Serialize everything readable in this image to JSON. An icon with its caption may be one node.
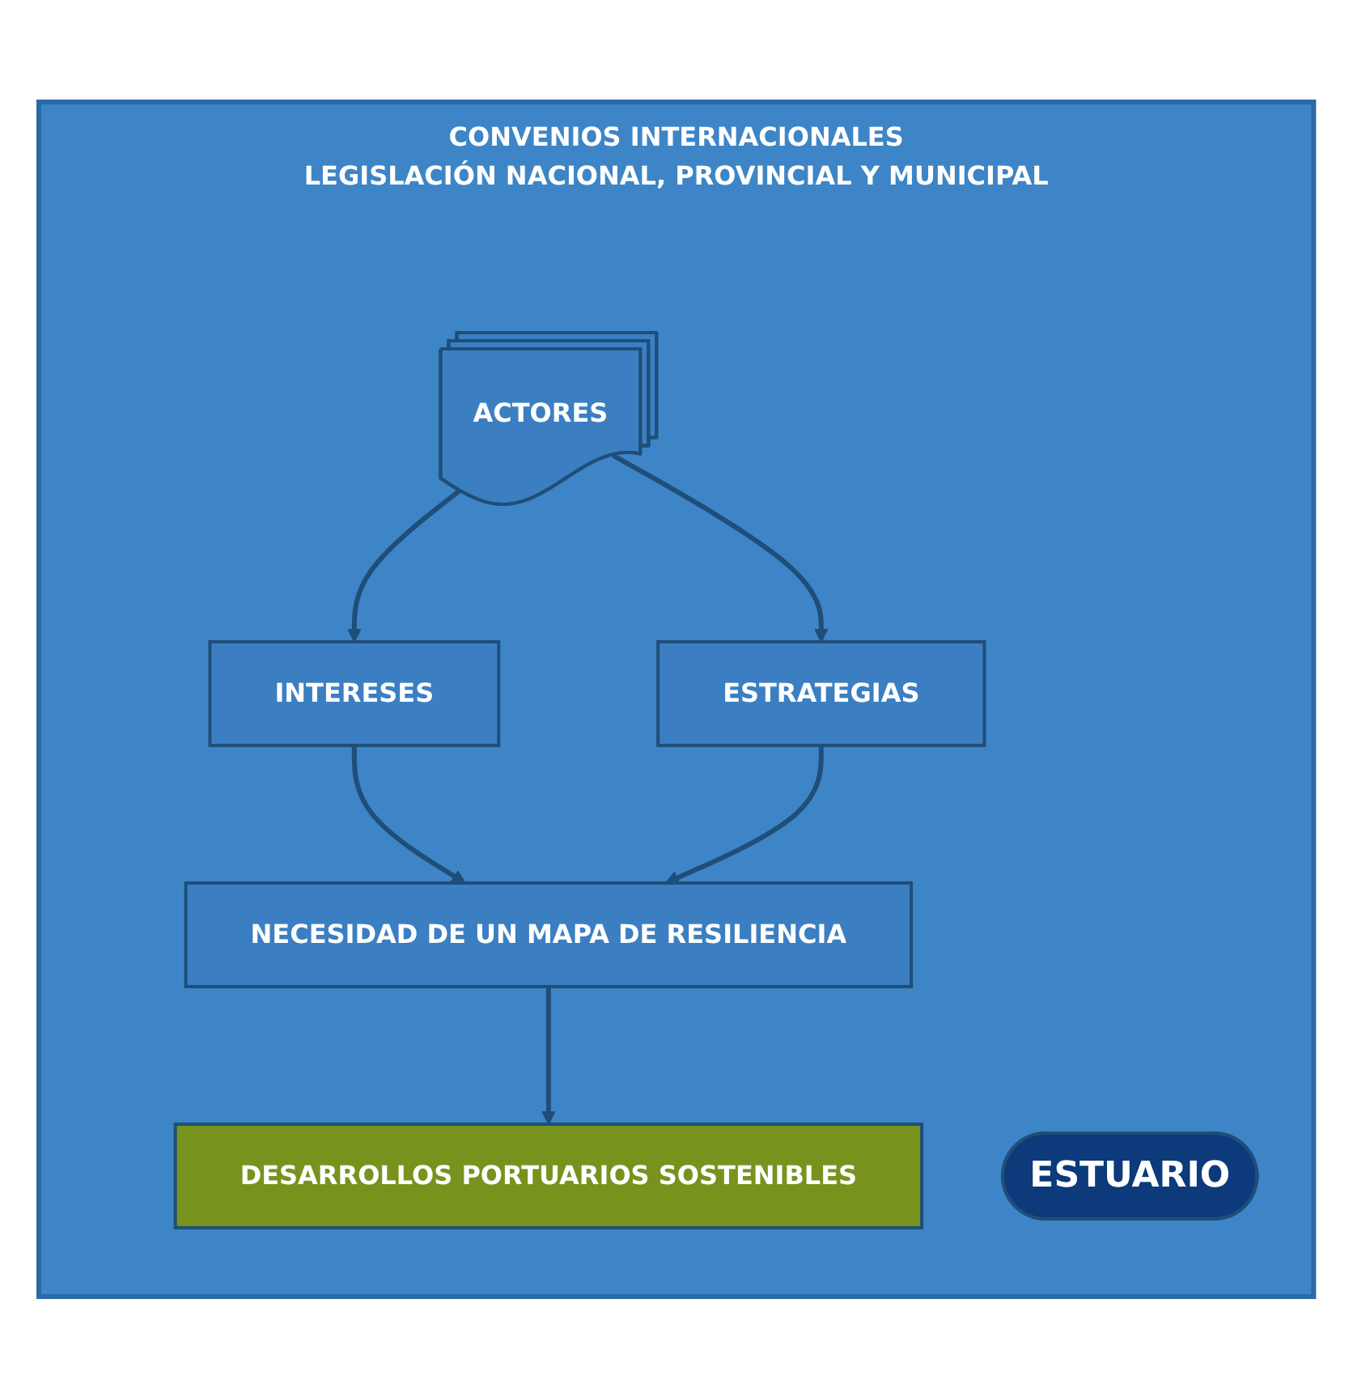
{
  "diagram": {
    "nodes": [
      {
        "text": [
          "CONVENIOS INTERNACIONALES",
          "LEGISLACIÓN NACIONAL, PROVINCIAL Y MUNICIPAL"
        ]
      },
      {
        "text": [
          "ACTORES"
        ],
        "in": 0
      },
      {
        "text": [
          "INTERESES"
        ],
        "in": 0
      },
      {
        "text": [
          "ESTRATEGIAS"
        ],
        "in": 0
      },
      {
        "text": [
          "ESTUARIO"
        ],
        "in": 0
      },
      {
        "text": [
          "NECESIDAD DE UN MAPA DE RESILIENCIA"
        ],
        "in": 0
      },
      {
        "text": [
          "DESARROLLOS PORTUARIOS SOSTENIBLES"
        ],
        "in": 0
      }
    ],
    "edges": [
      {
        "from": 1,
        "to": 2,
        "arrow": "to"
      },
      {
        "from": 1,
        "to": 3,
        "arrow": "to"
      },
      {
        "from": 2,
        "to": 5,
        "arrow": "to"
      },
      {
        "from": 3,
        "to": 5,
        "arrow": "to"
      },
      {
        "from": 5,
        "to": 6,
        "arrow": "to"
      }
    ]
  }
}
